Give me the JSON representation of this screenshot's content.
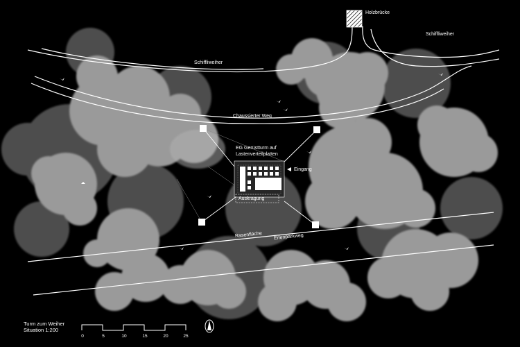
{
  "labels": {
    "holzbruecke": "Holzbrücke",
    "schiffliweiher_left": "Schiffliweiher",
    "schiffliweiher_right": "Schiffliweiher",
    "chaussierter_weg": "Chaussierter Weg",
    "eg_geruestturm": "EG Gerüstturm auf",
    "lastenverteilplatten": "Lastenverteilplatten",
    "eingang": "Eingang",
    "auskragung": "Auskragung",
    "rasenflaeche": "Rasenfläche",
    "erlenparkweg": "Erlenparkweg"
  },
  "title": {
    "line1": "Turm zum Weiher",
    "line2": "Situation 1:200"
  },
  "scale_bar": {
    "ticks": [
      "0",
      "5",
      "10",
      "15",
      "20",
      "25"
    ]
  },
  "colors": {
    "background": "#000000",
    "tree_canopy": "#9a9a9a",
    "tree_dark": "#565656",
    "lines": "#ffffff"
  },
  "icons": {
    "north_arrow": "north-arrow-icon",
    "bird": "bird-icon"
  }
}
